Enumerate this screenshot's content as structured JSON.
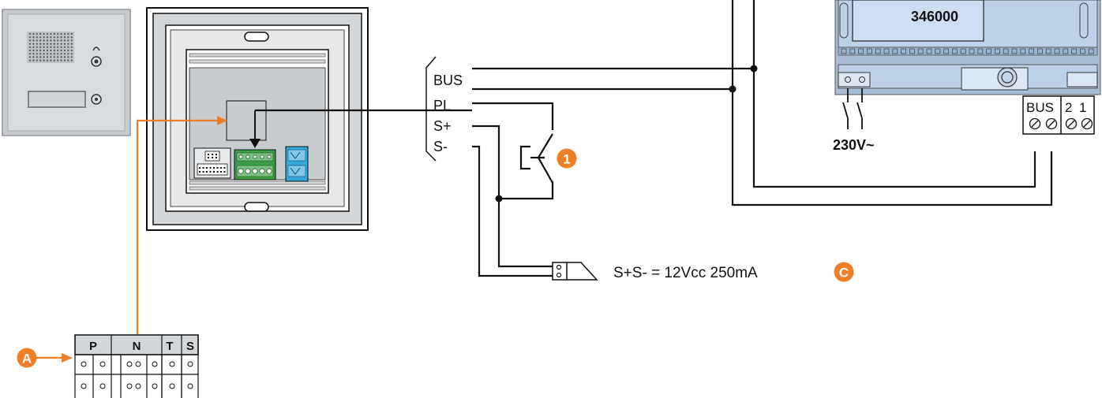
{
  "colors": {
    "accent": "#F07E26",
    "device_blue": "#BFD1E8",
    "frame_grey": "#D4D7DA",
    "panel_steel": "#C9CCCE",
    "terminal_green": "#3E9B47",
    "terminal_cyan": "#35A7D6",
    "wire": "#111111"
  },
  "power_supply": {
    "model": "346000",
    "mains_label": "230V~"
  },
  "supply_terminals": {
    "bus_label": "BUS",
    "t2_label": "2",
    "t1_label": "1"
  },
  "interface_terminals": {
    "bus": "BUS",
    "pl": "PL",
    "s_plus": "S+",
    "s_minus": "S-"
  },
  "output_note": {
    "text": "S+S- = 12Vcc 250mA"
  },
  "markers": {
    "one": "1",
    "c": "C",
    "a": "A"
  },
  "terminal_block": {
    "headers": [
      "P",
      "N",
      "T",
      "S"
    ]
  }
}
